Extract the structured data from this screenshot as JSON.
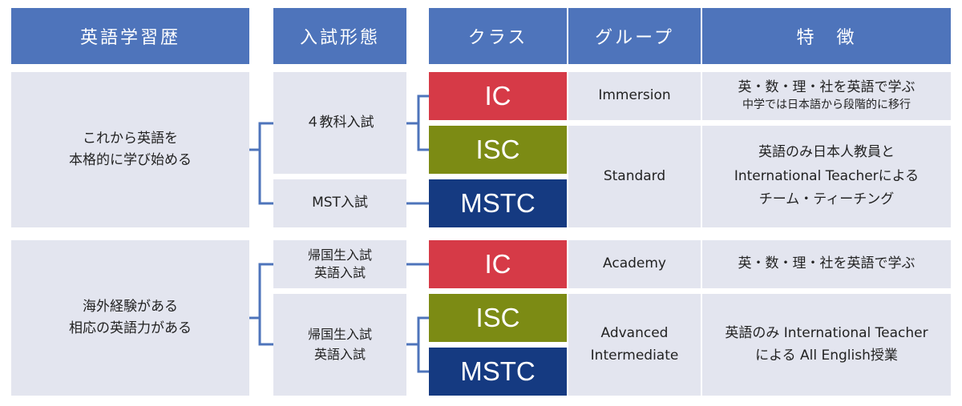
{
  "headers": {
    "background": "英語学習歴",
    "exam_type": "入試形態",
    "class": "クラス",
    "group": "グループ",
    "features": "特　徴"
  },
  "sections": [
    {
      "background": [
        "これから英語を",
        "本格的に学び始める"
      ],
      "exams": [
        {
          "lines": [
            "４教科入試"
          ]
        },
        {
          "lines": [
            "MST入試"
          ]
        }
      ],
      "classes": [
        "IC",
        "ISC",
        "MSTC"
      ],
      "groups": [
        "Immersion",
        "Standard"
      ],
      "features": [
        {
          "lines": [
            "英・数・理・社を英語で学ぶ",
            "中学では日本語から段階的に移行"
          ]
        },
        {
          "lines": [
            "英語のみ日本人教員と",
            "International Teacherによる",
            "チーム・ティーチング"
          ]
        }
      ]
    },
    {
      "background": [
        "海外経験がある",
        "相応の英語力がある"
      ],
      "exams": [
        {
          "lines": [
            "帰国生入試",
            "英語入試"
          ]
        },
        {
          "lines": [
            "帰国生入試",
            "英語入試"
          ]
        }
      ],
      "classes": [
        "IC",
        "ISC",
        "MSTC"
      ],
      "groups": [
        "Academy",
        "Advanced Intermediate"
      ],
      "features": [
        {
          "lines": [
            "英・数・理・社を英語で学ぶ"
          ]
        },
        {
          "lines": [
            "英語のみ International Teacher",
            "による All English授業"
          ]
        }
      ]
    }
  ],
  "colors": {
    "header": "#4e74bb",
    "cell": "#e3e5ef",
    "connector": "#4e74bb",
    "class_IC": "#d63a47",
    "class_ISC": "#7c8b14",
    "class_MSTC": "#153a81"
  }
}
